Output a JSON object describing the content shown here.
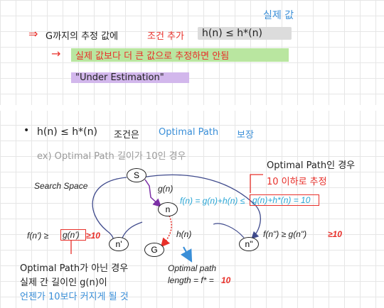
{
  "top": {
    "arrow1": "⇒",
    "line1_text": "G까지의 추정 값에",
    "line1_cond": "조건 추가",
    "line1_formula": "h(n) ≤ h*(n)",
    "annotation_real": "실제 값",
    "arrow2": "→",
    "line2_text": "실제 값보다 더 큰 값으로 추정하면 안됨",
    "line3_text": "\"Under Estimation\""
  },
  "bottom": {
    "bullet": "•",
    "heading_formula": "h(n) ≤ h*(n)",
    "heading_cond": "조건은",
    "heading_optimal": "Optimal Path",
    "heading_guarantee": "보장",
    "example": "ex) Optimal Path 길이가 10인 경우",
    "note_right_1": "Optimal Path인 경우",
    "note_right_2": "10 이하로 추정",
    "note_left_1": "Optimal Path가 아닌 경우",
    "note_left_2": "실제 간 길이인 g(n)이",
    "note_left_3": "언젠가 10보다 커지게 될 것"
  },
  "diagram": {
    "search_space": "Search Space",
    "node_s": "S",
    "node_n": "n",
    "node_n1": "n'",
    "node_n2": "n\"",
    "node_g": "G",
    "label_gn": "g(n)",
    "label_hn": "h(n)",
    "formula_f": "f(n) = g(n)+h(n) ≤",
    "formula_box": "g(n)+h*(n) = 10",
    "left_formula_pre": "f(n') ≥",
    "left_formula_box": "g(n')",
    "left_formula_post": "≥10",
    "right_formula_pre": "f(n\") ≥ g(n\")",
    "right_formula_post": "≥10",
    "optimal_path_1": "Optimal path",
    "optimal_path_2_pre": "length = f* =",
    "optimal_path_2_val": "10"
  },
  "colors": {
    "red": "#e8302a",
    "blue": "#3a8fd8",
    "cyan": "#29a6d6",
    "gray": "#9a9a9a",
    "purple": "#7b2fa6",
    "green_hl": "#b9e6a0",
    "purple_hl": "#d2b7ec",
    "navy": "#3f4a8c"
  }
}
